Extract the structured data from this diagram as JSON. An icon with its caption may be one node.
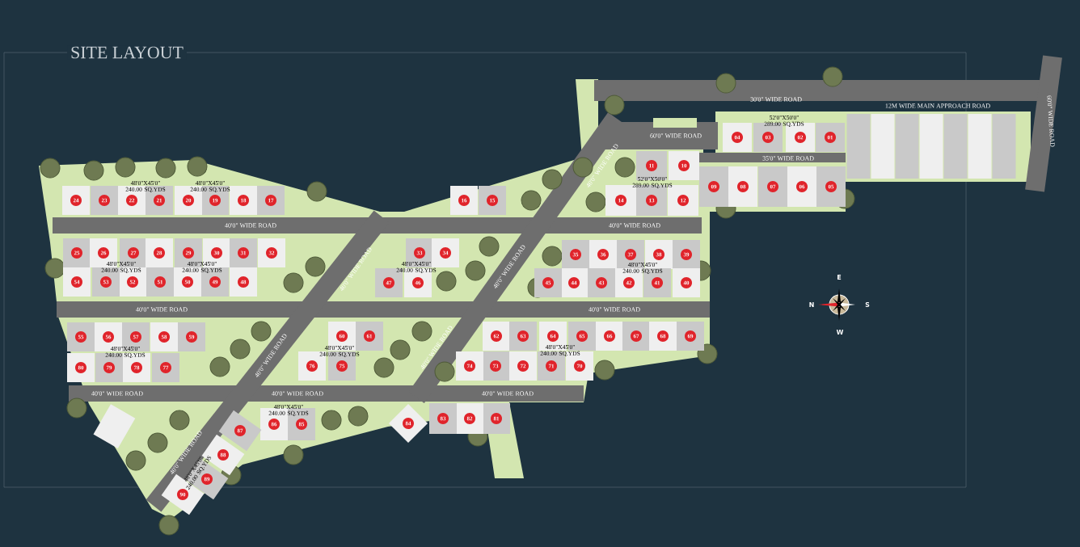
{
  "diagram": {
    "title": "SITE LAYOUT",
    "nodes": [
      {
        "text": [
          "01"
        ]
      },
      {
        "text": [
          "02"
        ]
      },
      {
        "text": [
          "03"
        ]
      },
      {
        "text": [
          "04"
        ]
      },
      {
        "text": [
          "05"
        ]
      },
      {
        "text": [
          "06"
        ]
      },
      {
        "text": [
          "07"
        ]
      },
      {
        "text": [
          "08"
        ]
      },
      {
        "text": [
          "09"
        ]
      },
      {
        "text": [
          "10"
        ]
      },
      {
        "text": [
          "11"
        ]
      },
      {
        "text": [
          "12"
        ]
      },
      {
        "text": [
          "13"
        ]
      },
      {
        "text": [
          "14"
        ]
      },
      {
        "text": [
          "15"
        ]
      },
      {
        "text": [
          "16"
        ]
      },
      {
        "text": [
          "17"
        ]
      },
      {
        "text": [
          "18"
        ]
      },
      {
        "text": [
          "19"
        ]
      },
      {
        "text": [
          "20"
        ]
      },
      {
        "text": [
          "21"
        ]
      },
      {
        "text": [
          "22"
        ]
      },
      {
        "text": [
          "23"
        ]
      },
      {
        "text": [
          "24"
        ]
      },
      {
        "text": [
          "25"
        ]
      },
      {
        "text": [
          "26"
        ]
      },
      {
        "text": [
          "27"
        ]
      },
      {
        "text": [
          "28"
        ]
      },
      {
        "text": [
          "29"
        ]
      },
      {
        "text": [
          "30"
        ]
      },
      {
        "text": [
          "31"
        ]
      },
      {
        "text": [
          "32"
        ]
      },
      {
        "text": [
          "33"
        ]
      },
      {
        "text": [
          "34"
        ]
      },
      {
        "text": [
          "35"
        ]
      },
      {
        "text": [
          "36"
        ]
      },
      {
        "text": [
          "37"
        ]
      },
      {
        "text": [
          "38"
        ]
      },
      {
        "text": [
          "39"
        ]
      },
      {
        "text": [
          "40"
        ]
      },
      {
        "text": [
          "41"
        ]
      },
      {
        "text": [
          "42"
        ]
      },
      {
        "text": [
          "43"
        ]
      },
      {
        "text": [
          "44"
        ]
      },
      {
        "text": [
          "45"
        ]
      },
      {
        "text": [
          "46"
        ]
      },
      {
        "text": [
          "47"
        ]
      },
      {
        "text": [
          "48"
        ]
      },
      {
        "text": [
          "49"
        ]
      },
      {
        "text": [
          "50"
        ]
      },
      {
        "text": [
          "51"
        ]
      },
      {
        "text": [
          "52"
        ]
      },
      {
        "text": [
          "53"
        ]
      },
      {
        "text": [
          "54"
        ]
      },
      {
        "text": [
          "55"
        ]
      },
      {
        "text": [
          "56"
        ]
      },
      {
        "text": [
          "57"
        ]
      },
      {
        "text": [
          "58"
        ]
      },
      {
        "text": [
          "59"
        ]
      },
      {
        "text": [
          "60"
        ]
      },
      {
        "text": [
          "61"
        ]
      },
      {
        "text": [
          "62"
        ]
      },
      {
        "text": [
          "63"
        ]
      },
      {
        "text": [
          "64"
        ]
      },
      {
        "text": [
          "65"
        ]
      },
      {
        "text": [
          "66"
        ]
      },
      {
        "text": [
          "67"
        ]
      },
      {
        "text": [
          "68"
        ]
      },
      {
        "text": [
          "69"
        ]
      },
      {
        "text": [
          "70"
        ]
      },
      {
        "text": [
          "71"
        ]
      },
      {
        "text": [
          "72"
        ]
      },
      {
        "text": [
          "73"
        ]
      },
      {
        "text": [
          "74"
        ]
      },
      {
        "text": [
          "75"
        ]
      },
      {
        "text": [
          "76"
        ]
      },
      {
        "text": [
          "77"
        ]
      },
      {
        "text": [
          "78"
        ]
      },
      {
        "text": [
          "79"
        ]
      },
      {
        "text": [
          "80"
        ]
      },
      {
        "text": [
          "81"
        ]
      },
      {
        "text": [
          "82"
        ]
      },
      {
        "text": [
          "83"
        ]
      },
      {
        "text": [
          "84"
        ]
      },
      {
        "text": [
          "85"
        ]
      },
      {
        "text": [
          "86"
        ]
      },
      {
        "text": [
          "87"
        ]
      },
      {
        "text": [
          "88"
        ]
      },
      {
        "text": [
          "89"
        ]
      },
      {
        "text": [
          "90"
        ]
      },
      {
        "text": [],
        "shape": "box"
      },
      {
        "text": [],
        "shape": "box"
      },
      {
        "text": [],
        "shape": "box"
      },
      {
        "text": [],
        "shape": "box"
      },
      {
        "text": [],
        "shape": "box"
      },
      {
        "text": [],
        "shape": "box"
      },
      {
        "text": [],
        "shape": "box"
      }
    ],
    "labels": [
      "30'0\" WIDE ROAD",
      "12M WIDE MAIN APPROACH ROAD",
      "60'0\" WIDE ROAD",
      "52'0\"X50'0\" 289.00 SQ.YDS",
      "60'0\" WIDE ROAD",
      "40'0\" WIDE ROAD",
      "35'0\" WIDE ROAD",
      "48'0\"X45'0\" 240.00 SQ.YDS",
      "48'0\"X45'0\" 240.00 SQ.YDS",
      "52'0\"X50'0\" 289.00 SQ.YDS",
      "40'0\" WIDE ROAD",
      "40'0\" WIDE ROAD",
      "40'0\" WIDE ROAD",
      "40'0\" WIDE ROAD",
      "48'0\"X45'0\" 240.00 SQ.YDS",
      "48'0\"X45'0\" 240.00 SQ.YDS",
      "48'0\"X45'0\" 240.00 SQ.YDS",
      "48'0\"X45'0\" 240.00 SQ.YDS",
      "E",
      "N",
      "S",
      "W",
      "40'0\" WIDE ROAD",
      "40'0\" WIDE ROAD",
      "48'0\"X45'0\" 240.00 SQ.YDS",
      "48'0\"X45'0\" 240.00 SQ.YDS",
      "48'0\"X45'0\" 240.00 SQ.YDS",
      "40'0\" WIDE ROAD",
      "40'0\" WIDE ROAD",
      "40'0\" WIDE ROAD",
      "40'0\" WIDE ROAD",
      "40'0\" WIDE ROAD",
      "48'0\"X45'0\" 240.00 SQ.YDS",
      "40'0\" WIDE ROAD",
      "48'0\"X45'0\" 240.00 SQ.YDS"
    ]
  }
}
